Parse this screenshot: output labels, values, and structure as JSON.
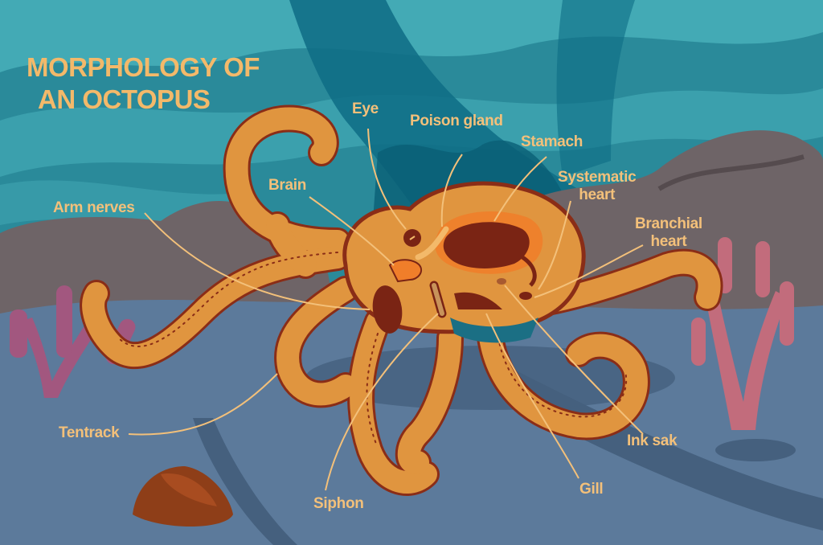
{
  "title": {
    "line1": "MORPHOLOGY OF",
    "line2": "AN OCTOPUS"
  },
  "labels": {
    "eye": "Eye",
    "poison_gland": "Poison gland",
    "stamach": "Stamach",
    "brain": "Brain",
    "systematic_heart_1": "Systematic",
    "systematic_heart_2": "heart",
    "branchial_heart_1": "Branchial",
    "branchial_heart_2": "heart",
    "arm_nerves": "Arm nerves",
    "tentrack": "Tentrack",
    "siphon": "Siphon",
    "gill": "Gill",
    "ink_sak": "Ink sak"
  },
  "colors": {
    "water_dark": "#0e6c85",
    "water_mid": "#2a8a9a",
    "water_light": "#43aab5",
    "rock": "#6e6467",
    "seabed": "#5c7a9b",
    "seabed_shadow": "#45607e",
    "octopus_body": "#e0953f",
    "octopus_outline": "#8a2d17",
    "organ_dark": "#7a2414",
    "organ_orange": "#f07e2a",
    "label_text": "#f3c07a",
    "coral_pink": "#c26c7c",
    "coral_purple": "#a2577f",
    "stone": "#8e3e18"
  }
}
